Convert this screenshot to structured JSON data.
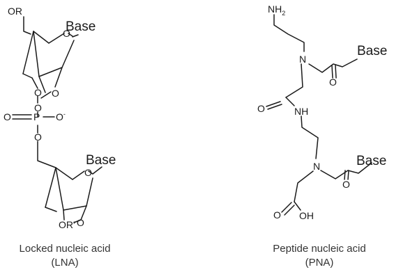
{
  "lna": {
    "label_or_top": "OR",
    "label_base_top": "Base",
    "label_o_ring_top": "O",
    "label_o_bridge_top": "O",
    "label_o_link_left_top": "O",
    "label_o_p_up": "O",
    "label_o_double": "O",
    "label_p": "P",
    "label_o_minus": "O",
    "minus_sign": "-",
    "label_o_p_down": "O",
    "label_base_bottom": "Base",
    "label_o_ring_bottom": "O",
    "label_or_prime": "OR'",
    "label_o_bridge_bottom": "O",
    "caption_line1": "Locked nucleic acid",
    "caption_line2": "(LNA)"
  },
  "pna": {
    "label_nh2": "NH",
    "label_nh2_sub": "2",
    "label_n_top": "N",
    "label_o_top": "O",
    "label_base_top": "Base",
    "label_o_amide": "O",
    "label_nh": "NH",
    "label_n_bottom": "N",
    "label_o_bottom": "O",
    "label_base_bottom": "Base",
    "label_o_acid": "O",
    "label_oh": "OH",
    "caption_line1": "Peptide nucleic acid",
    "caption_line2": "(PNA)"
  }
}
